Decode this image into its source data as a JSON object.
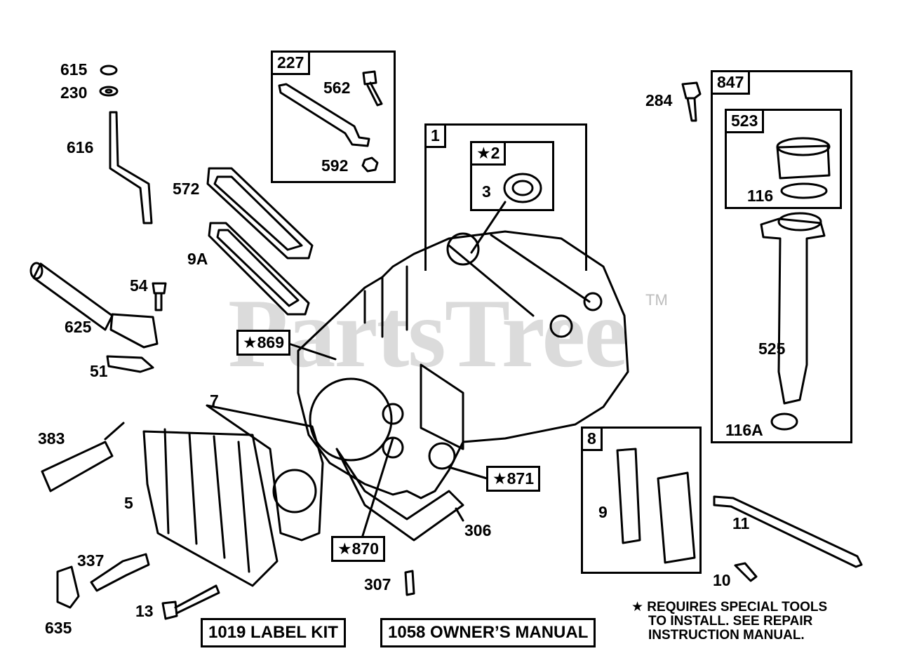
{
  "watermark": {
    "text": "PartsTree",
    "tm": "TM"
  },
  "labels": {
    "p615": "615",
    "p230": "230",
    "p616": "616",
    "p572": "572",
    "p9A": "9A",
    "p54": "54",
    "p625": "625",
    "p51": "51",
    "p383": "383",
    "p7": "7",
    "p5": "5",
    "p337": "337",
    "p13": "13",
    "p635": "635",
    "p562": "562",
    "p592": "592",
    "p3": "3",
    "p284": "284",
    "p116": "116",
    "p525": "525",
    "p116A": "116A",
    "p306": "306",
    "p307": "307",
    "p9": "9",
    "p11": "11",
    "p10": "10"
  },
  "boxes": {
    "b227": "227",
    "b1": "1",
    "b2": "★2",
    "b847": "847",
    "b523": "523",
    "b8": "8"
  },
  "star_tags": {
    "s869": "★869",
    "s871": "★871",
    "s870": "★870"
  },
  "footer": {
    "label_kit": "1019 LABEL KIT",
    "owners_manual": "1058 OWNER’S MANUAL",
    "note_line1": "★ REQUIRES SPECIAL TOOLS",
    "note_line2": "TO INSTALL.  SEE REPAIR",
    "note_line3": "INSTRUCTION MANUAL."
  }
}
